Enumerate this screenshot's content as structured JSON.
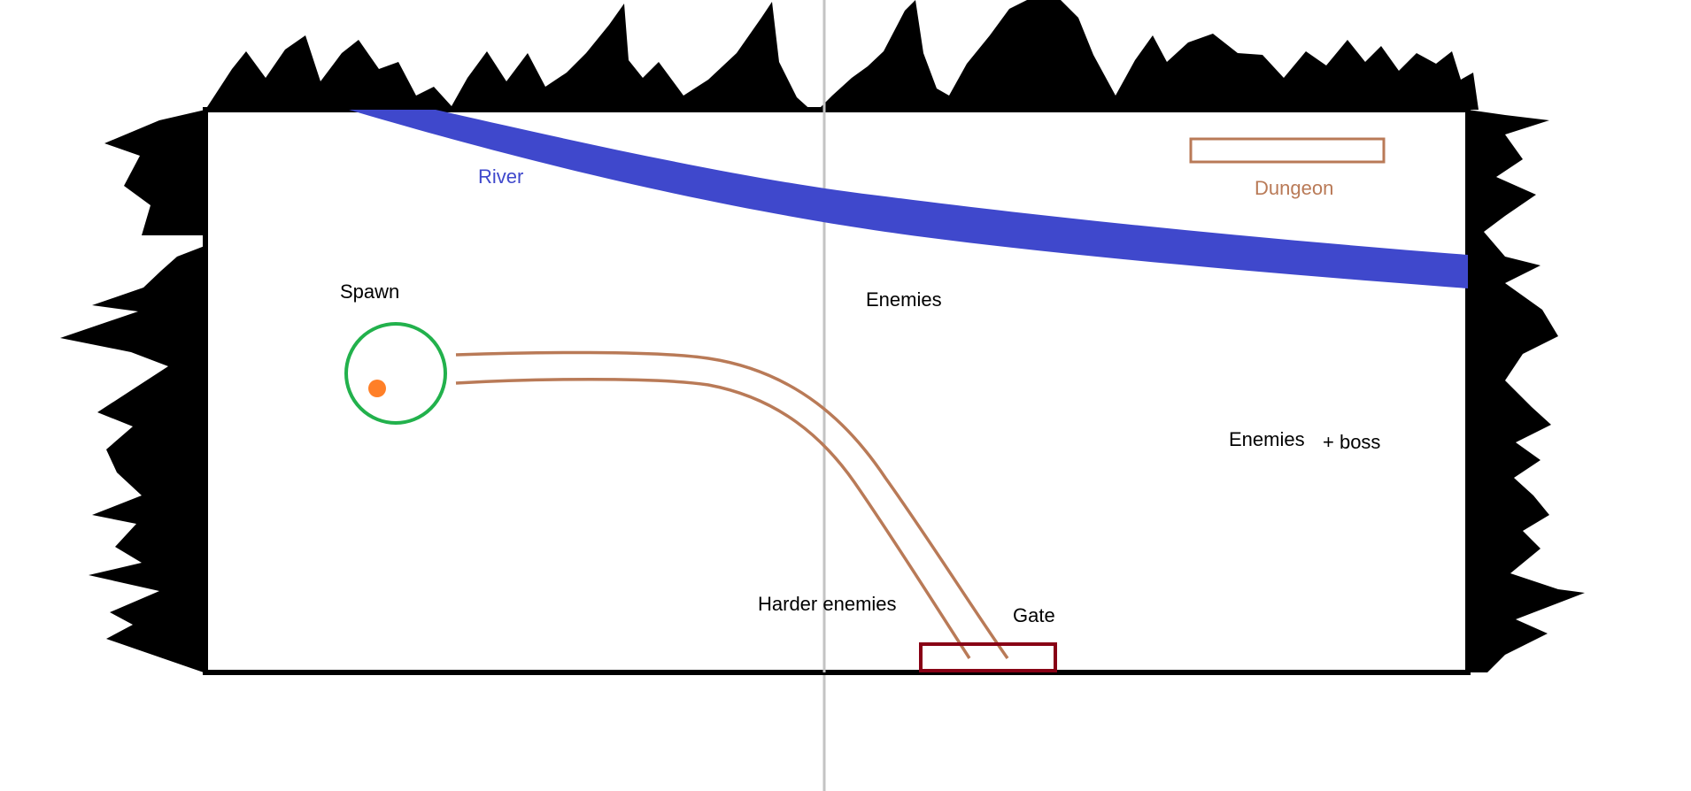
{
  "labels": {
    "river": "River",
    "dungeon": "Dungeon",
    "spawn": "Spawn",
    "enemies": "Enemies",
    "enemies_boss_a": "Enemies",
    "enemies_boss_b": "+ boss",
    "harder_enemies": "Harder enemies",
    "gate": "Gate"
  },
  "colors": {
    "river": "#3f48cc",
    "dungeon": "#b97a57",
    "path": "#b97a57",
    "spawn_ring": "#22b14c",
    "spawn_point": "#ff7f27",
    "gate": "#880015",
    "rock": "#000000",
    "divider": "#c3c3c3",
    "label_text": "#000000"
  }
}
